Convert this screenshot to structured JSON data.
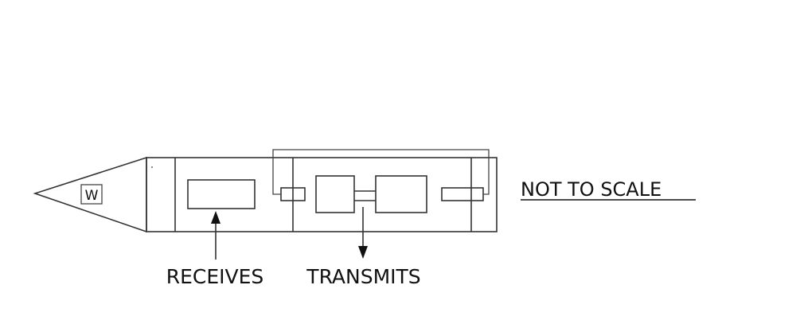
{
  "diagram": {
    "nose_marking": "W",
    "labels": {
      "receives": "RECEIVES",
      "transmits": "TRANSMITS",
      "scale_note": "NOT TO SCALE"
    },
    "colors": {
      "line": "#333333",
      "text": "#111111",
      "background": "#ffffff"
    }
  }
}
